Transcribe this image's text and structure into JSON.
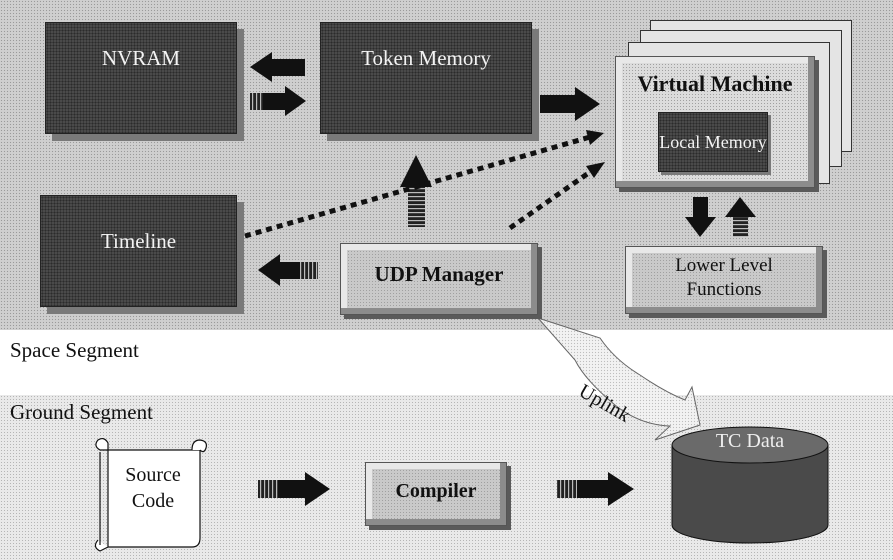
{
  "space": {
    "nvram": "NVRAM",
    "token_memory": "Token Memory",
    "virtual_machine": "Virtual Machine",
    "local_memory": "Local Memory",
    "timeline": "Timeline",
    "udp_manager": "UDP Manager",
    "lower_level_functions": "Lower Level Functions",
    "segment_label": "Space Segment"
  },
  "ground": {
    "segment_label": "Ground Segment",
    "source_code": "Source Code",
    "compiler": "Compiler",
    "tc_data": "TC Data",
    "uplink": "Uplink"
  }
}
